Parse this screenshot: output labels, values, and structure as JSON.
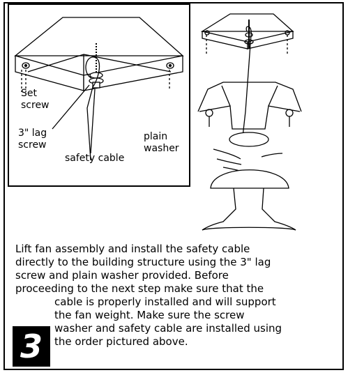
{
  "step": {
    "number": "3"
  },
  "callouts": {
    "set_screw": [
      "Set",
      "screw"
    ],
    "lag_screw": [
      "3\" lag",
      "screw"
    ],
    "plain_washer": [
      "plain",
      "washer"
    ],
    "safety_cable": "safety cable"
  },
  "instructions": {
    "lines": [
      "Lift fan assembly and install the safety cable",
      "directly to the building structure using the 3\" lag",
      "screw and plain washer provided.  Before",
      "proceeding to the next step make sure that the",
      "cable is properly installed and will support",
      "the fan weight.  Make sure the screw",
      "washer and safety cable are installed using",
      "the order pictured above."
    ]
  },
  "icons": [
    "ceiling-joist-detail-icon",
    "fan-assembly-icon"
  ]
}
